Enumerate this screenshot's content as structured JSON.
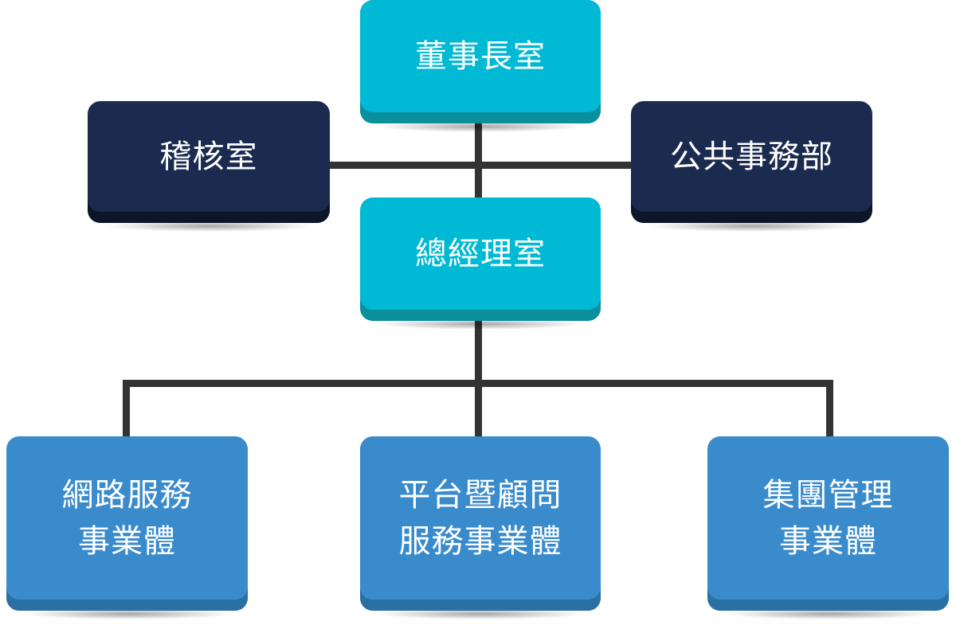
{
  "org_chart": {
    "chairman": "董事長室",
    "audit": "稽核室",
    "public_affairs": "公共事務部",
    "president": "總經理室",
    "units": [
      {
        "line1": "網路服務",
        "line2": "事業體"
      },
      {
        "line1": "平台暨顧問",
        "line2": "服務事業體"
      },
      {
        "line1": "集團管理",
        "line2": "事業體"
      }
    ]
  },
  "colors": {
    "top_box": "#00b9d4",
    "staff_box": "#1b2b4f",
    "unit_box": "#3a8bcc",
    "connector": "#333333"
  }
}
